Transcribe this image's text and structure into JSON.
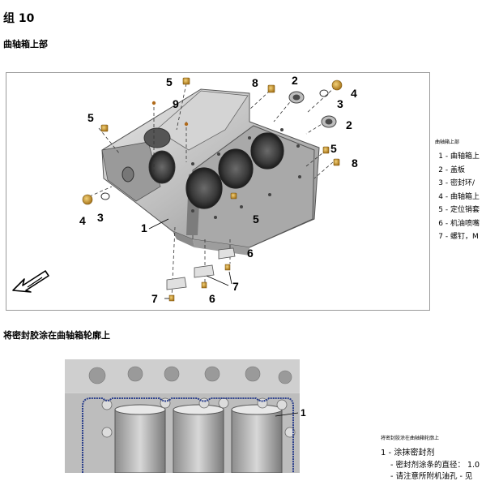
{
  "page": {
    "group_title": "组 10",
    "section1_title": "曲轴箱上部",
    "section2_title": "将密封胶涂在曲轴箱轮廓上"
  },
  "figure1": {
    "callouts": [
      "5",
      "8",
      "2",
      "4",
      "9",
      "3",
      "5",
      "2",
      "5",
      "8",
      "4",
      "3",
      "1",
      "5",
      "6",
      "7",
      "7",
      "6"
    ]
  },
  "legend1": {
    "heading": "曲轴箱上部",
    "items": [
      {
        "num": "1",
        "text": "- 曲轴箱上"
      },
      {
        "num": "2",
        "text": "- 盖板"
      },
      {
        "num": "3",
        "text": "- 密封环/"
      },
      {
        "num": "4",
        "text": "- 曲轴箱上"
      },
      {
        "num": "5",
        "text": "- 定位销套"
      },
      {
        "num": "6",
        "text": "- 机油喷嘴"
      },
      {
        "num": "7",
        "text": "- 螺钉，M"
      }
    ]
  },
  "figure2": {
    "callouts": [
      "1"
    ]
  },
  "legend2": {
    "heading": "将密封胶涂在曲轴箱轮廓上",
    "item1": "1 - 涂抹密封剂",
    "sub1": "- 密封剂涂条的直径： 1.0",
    "sub2": "- 请注意所附机油孔 - 见"
  },
  "colors": {
    "part_metal": "#c9c9c9",
    "fastener_gold": "#c8962a",
    "sealant_line": "#2b3f8c"
  }
}
